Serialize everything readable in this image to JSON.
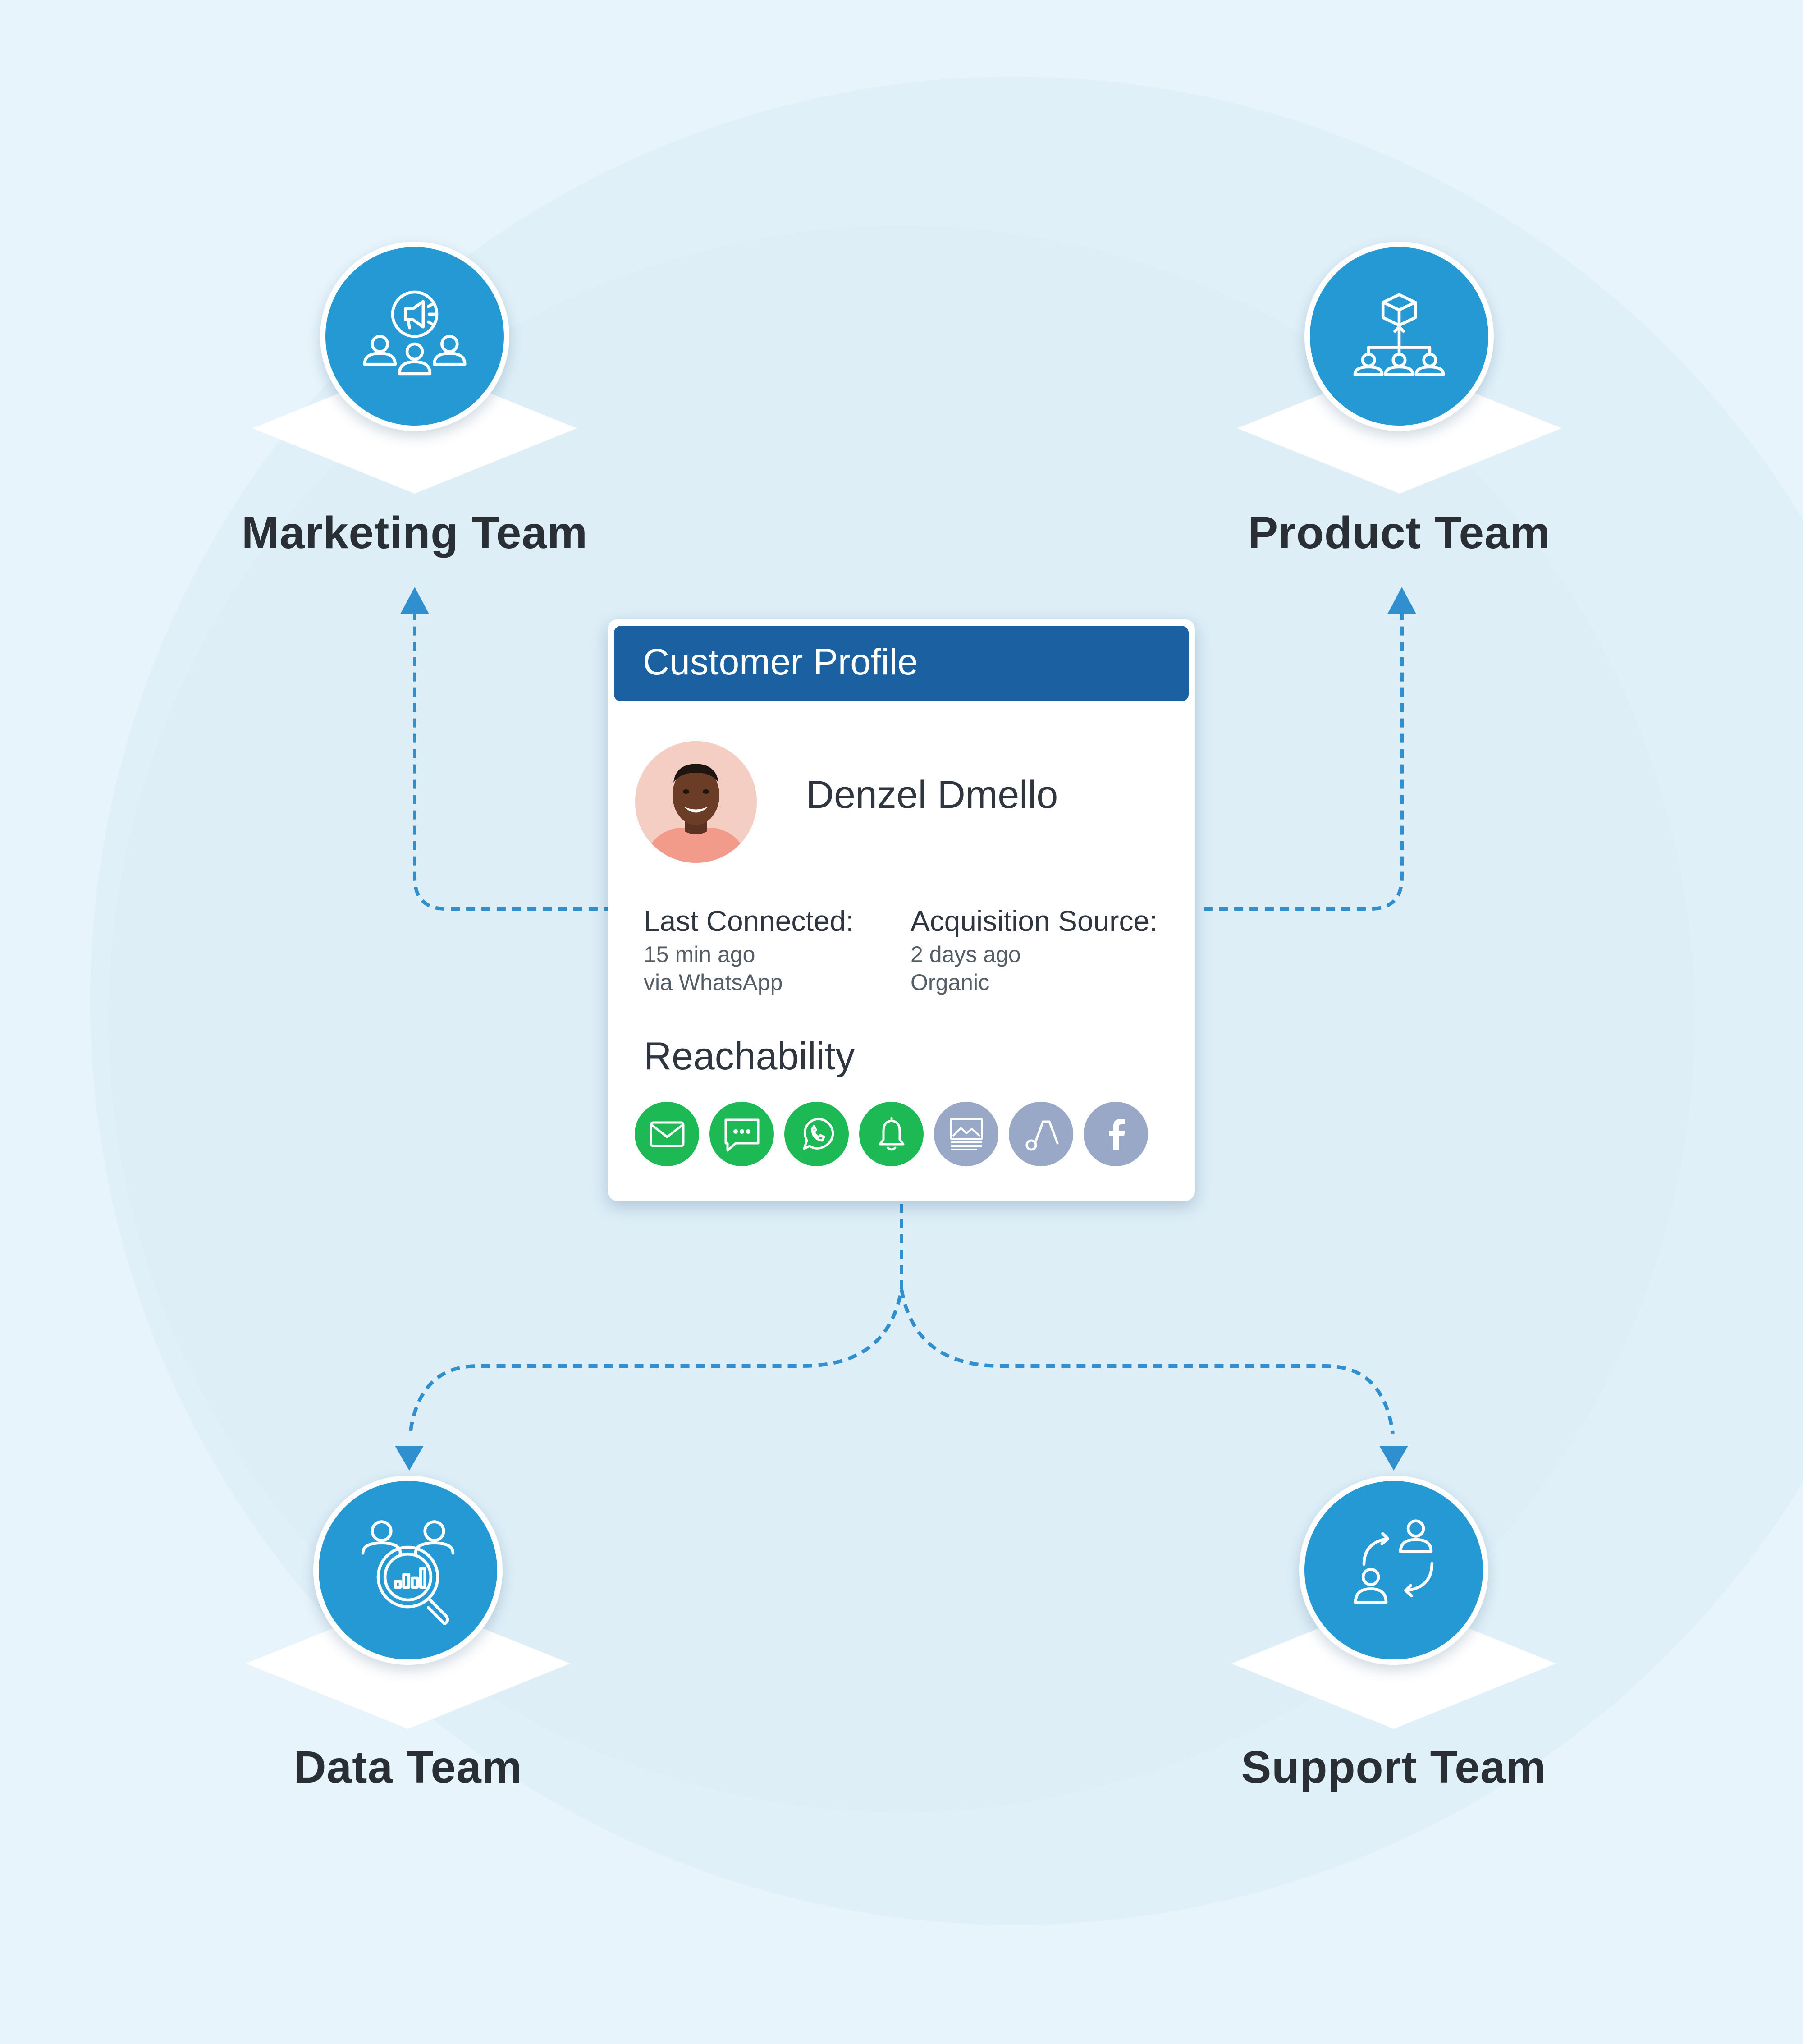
{
  "teams": {
    "marketing": "Marketing Team",
    "product": "Product Team",
    "data": "Data Team",
    "support": "Support Team"
  },
  "card": {
    "title": "Customer Profile",
    "name": "Denzel Dmello",
    "last_connected": {
      "label": "Last Connected:",
      "when": "15 min ago",
      "via": "via WhatsApp"
    },
    "acquisition": {
      "label": "Acquisition Source:",
      "when": "2 days ago",
      "source": "Organic"
    },
    "reachability_title": "Reachability",
    "channels": [
      {
        "icon": "email-icon",
        "active": true
      },
      {
        "icon": "sms-icon",
        "active": true
      },
      {
        "icon": "whatsapp-icon",
        "active": true
      },
      {
        "icon": "bell-icon",
        "active": true
      },
      {
        "icon": "web-icon",
        "active": false
      },
      {
        "icon": "google-ads-icon",
        "active": false
      },
      {
        "icon": "facebook-icon",
        "active": false
      }
    ]
  },
  "colors": {
    "team_circle": "#2599d3",
    "card_header": "#1b61a1",
    "active_channel": "#1db954",
    "inactive_channel": "#9aa8c7",
    "connector": "#2f8fcf"
  }
}
